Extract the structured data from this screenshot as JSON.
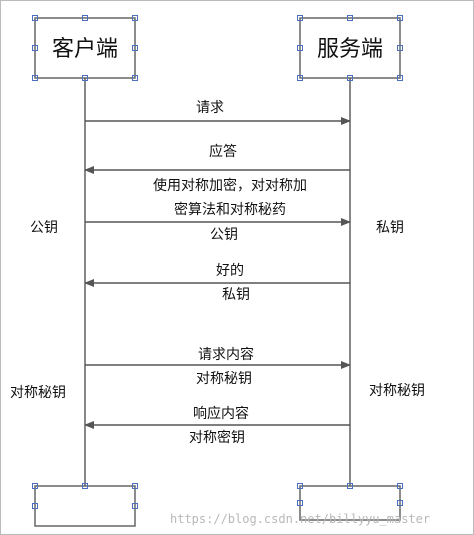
{
  "participants": {
    "client": "客户端",
    "server": "服务端"
  },
  "messages": {
    "request": "请求",
    "response": "应答",
    "encrypt_line1": "使用对称加密，对对称加",
    "encrypt_line2": "密算法和对称秘药",
    "encrypt_line3": "公钥",
    "ok_line1": "好的",
    "ok_line2": "私钥",
    "data_request_line1": "请求内容",
    "data_request_line2": "对称秘钥",
    "data_response_line1": "响应内容",
    "data_response_line2": "对称密钥"
  },
  "side_labels": {
    "client_public_key": "公钥",
    "server_private_key": "私钥",
    "client_symmetric_key": "对称秘钥",
    "server_symmetric_key": "对称秘钥"
  },
  "watermark": "https://blog.csdn.net/billyyu_master",
  "colors": {
    "border": "#666666",
    "background": "#ffffff",
    "line": "#555555",
    "handle": "#4a6fbf"
  }
}
